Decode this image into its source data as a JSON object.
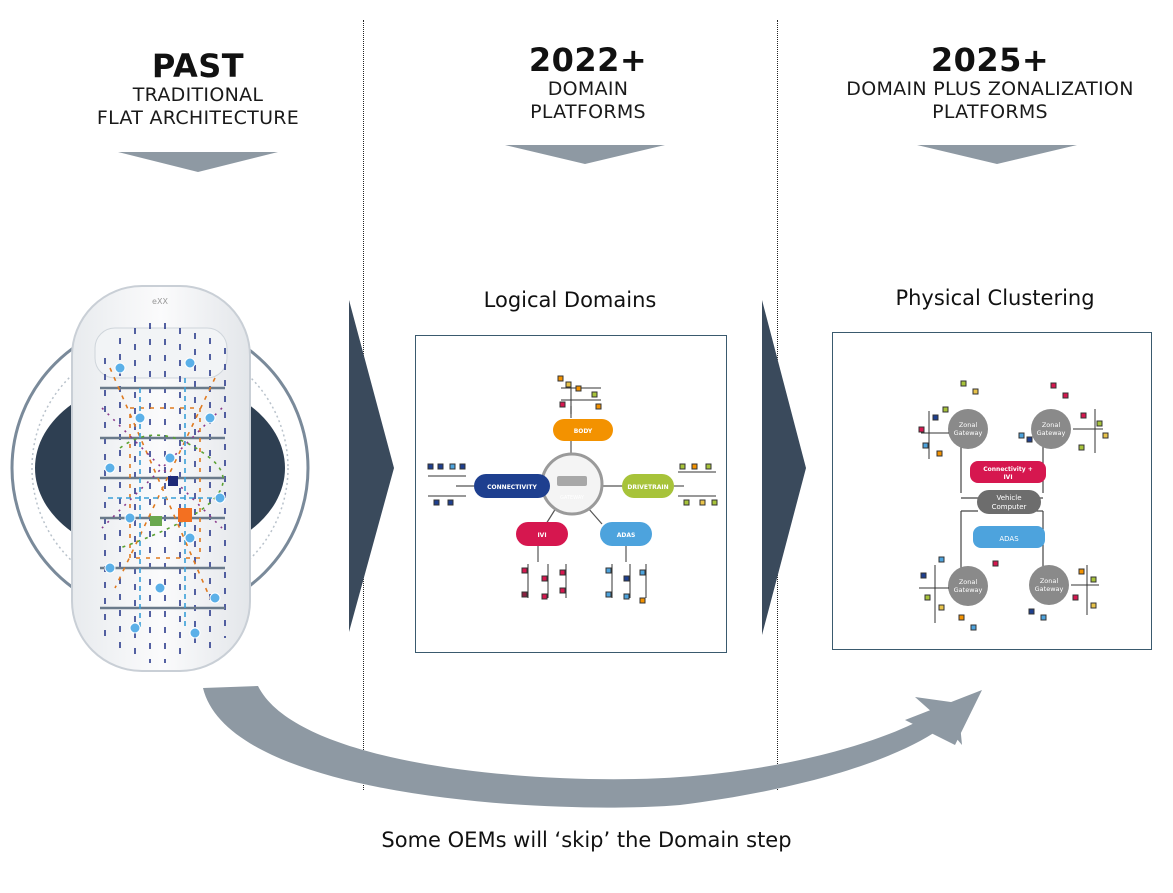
{
  "columns": [
    {
      "era": "PAST",
      "line1": "TRADITIONAL",
      "line2": "FLAT ARCHITECTURE"
    },
    {
      "era": "2022+",
      "line1": "DOMAIN",
      "line2": "PLATFORMS"
    },
    {
      "era": "2025+",
      "line1": "DOMAIN PLUS ZONALIZATION",
      "line2": "PLATFORMS"
    }
  ],
  "sections": {
    "logical_title": "Logical Domains",
    "physical_title": "Physical Clustering"
  },
  "logical_domains": {
    "center": "GATEWAY",
    "body": "BODY",
    "connectivity": "CONNECTIVITY",
    "drivetrain": "DRIVETRAIN",
    "ivi": "IVI",
    "adas": "ADAS"
  },
  "physical_clustering": {
    "zonal_line1": "Zonal",
    "zonal_line2": "Gateway",
    "connectivity_line1": "Connectivity +",
    "connectivity_line2": "IVI",
    "vehicle_line1": "Vehicle",
    "vehicle_line2": "Computer",
    "adas": "ADAS"
  },
  "car_badge": "eXX",
  "footer": "Some OEMs will ‘skip’ the Domain step",
  "colors": {
    "body": "#f39200",
    "connectivity": "#1e3f8f",
    "drivetrain": "#a7c33a",
    "ivi": "#d6174f",
    "adas": "#4da3dd",
    "slate": "#3a4a5c",
    "grey_arrow": "#8e99a3",
    "zonal": "#8a8a8a",
    "vehicle": "#6d6d6d"
  }
}
